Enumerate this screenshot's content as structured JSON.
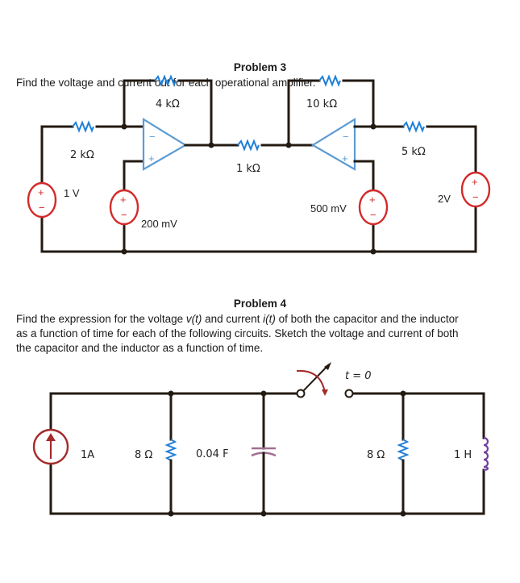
{
  "problem3": {
    "title": "Problem 3",
    "prompt": "Find the voltage and current out for each operational amplifier.",
    "components": {
      "r_feedback_1": "4 kΩ",
      "r_feedback_2": "10 kΩ",
      "r_input": "2 kΩ",
      "r_mid": "1 kΩ",
      "r_right": "5 kΩ",
      "v_source_1": "1 V",
      "v_source_2": "200 mV",
      "v_source_3": "500 mV",
      "v_source_4": "2V",
      "opamp_minus": "−",
      "opamp_plus": "+",
      "src_plus": "+",
      "src_minus": "−"
    }
  },
  "problem4": {
    "title": "Problem 4",
    "prompt_line1_a": "Find the expression for the voltage ",
    "prompt_line1_v": "v(t)",
    "prompt_line1_b": " and current ",
    "prompt_line1_i": "i(t)",
    "prompt_line1_c": " of both the capacitor and the inductor",
    "prompt_line2": "as a function of time for each of the following circuits.  Sketch the voltage and current of both",
    "prompt_line3": "the capacitor and the inductor as a function of time.",
    "components": {
      "i_source": "1A",
      "r_left": "8 Ω",
      "capacitor": "0.04 F",
      "switch_time": "t = 0",
      "r_right": "8 Ω",
      "inductor": "1 H"
    }
  }
}
